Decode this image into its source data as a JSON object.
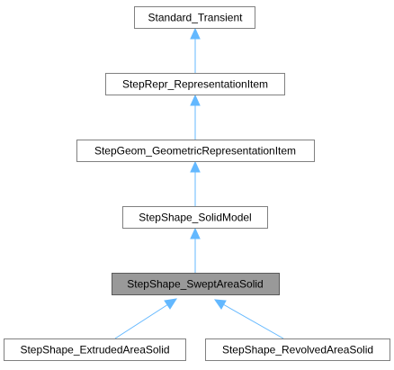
{
  "diagram": {
    "nodes": {
      "standard_transient": "Standard_Transient",
      "representation_item": "StepRepr_RepresentationItem",
      "geometric_representation_item": "StepGeom_GeometricRepresentationItem",
      "solid_model": "StepShape_SolidModel",
      "swept_area_solid": "StepShape_SweptAreaSolid",
      "extruded_area_solid": "StepShape_ExtrudedAreaSolid",
      "revolved_area_solid": "StepShape_RevolvedAreaSolid"
    },
    "highlighted_node": "swept_area_solid",
    "edge_color": "#63b8ff",
    "highlight_color": "#999999"
  }
}
